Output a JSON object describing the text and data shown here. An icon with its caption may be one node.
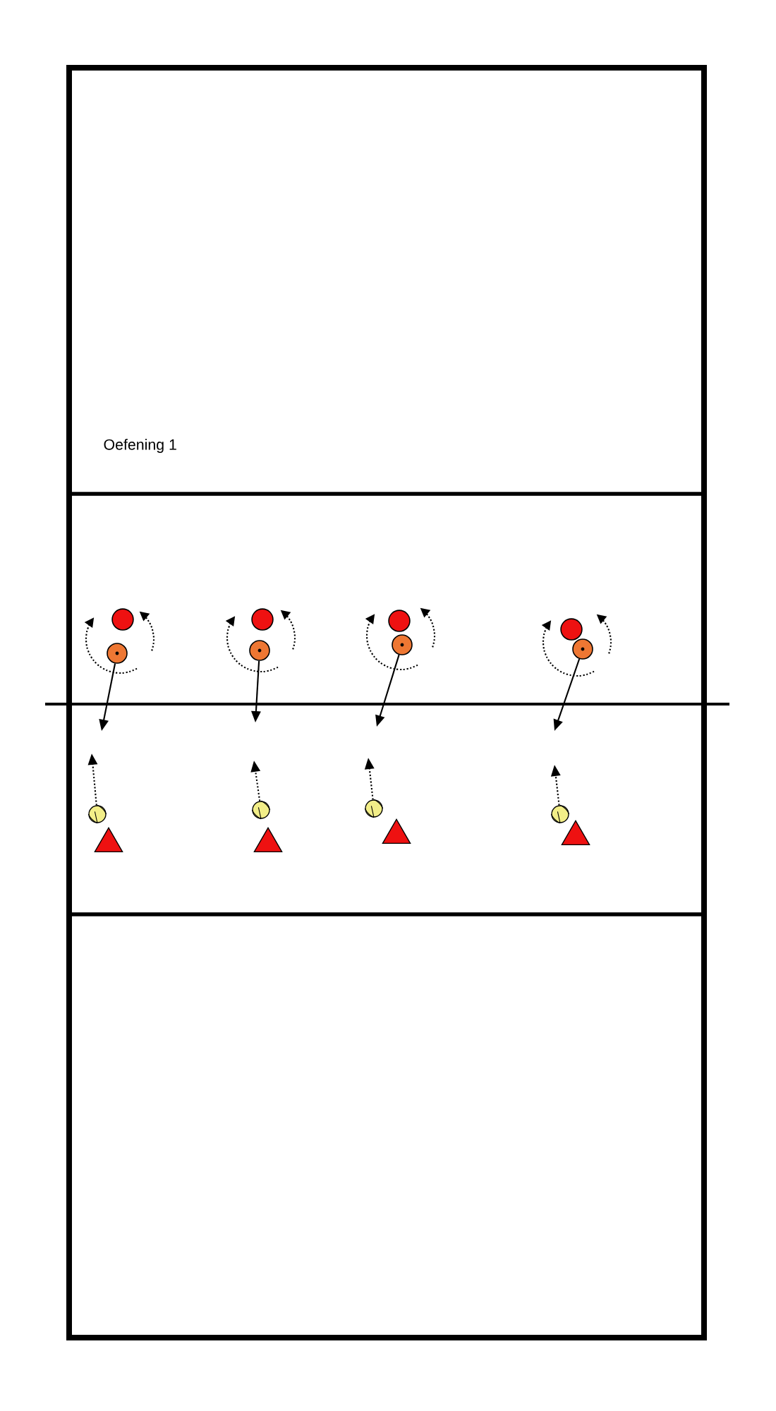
{
  "diagram": {
    "nodes": [
      {
        "text": [],
        "shape": "circle"
      },
      {
        "text": [],
        "shape": "circle"
      },
      {
        "text": [],
        "shape": "ball"
      },
      {
        "text": [],
        "shape": "triangle"
      },
      {
        "text": [],
        "shape": "circle"
      },
      {
        "text": [],
        "shape": "circle"
      },
      {
        "text": [],
        "shape": "ball"
      },
      {
        "text": [],
        "shape": "triangle"
      },
      {
        "text": [],
        "shape": "circle"
      },
      {
        "text": [],
        "shape": "circle"
      },
      {
        "text": [],
        "shape": "ball"
      },
      {
        "text": [],
        "shape": "triangle"
      },
      {
        "text": [],
        "shape": "circle"
      },
      {
        "text": [],
        "shape": "circle"
      },
      {
        "text": [],
        "shape": "ball"
      },
      {
        "text": [],
        "shape": "triangle"
      }
    ],
    "edges": [
      {
        "from": 1,
        "to": null,
        "arrow": "to"
      },
      {
        "from": 2,
        "to": null,
        "arrow": "to",
        "style": "dashed"
      },
      {
        "from": 5,
        "to": null,
        "arrow": "to"
      },
      {
        "from": 6,
        "to": null,
        "arrow": "to",
        "style": "dashed"
      },
      {
        "from": 9,
        "to": null,
        "arrow": "to"
      },
      {
        "from": 10,
        "to": null,
        "arrow": "to",
        "style": "dashed"
      },
      {
        "from": 13,
        "to": null,
        "arrow": "to"
      },
      {
        "from": 14,
        "to": null,
        "arrow": "to",
        "style": "dashed"
      }
    ],
    "labels": [
      "Oefening 1"
    ]
  }
}
